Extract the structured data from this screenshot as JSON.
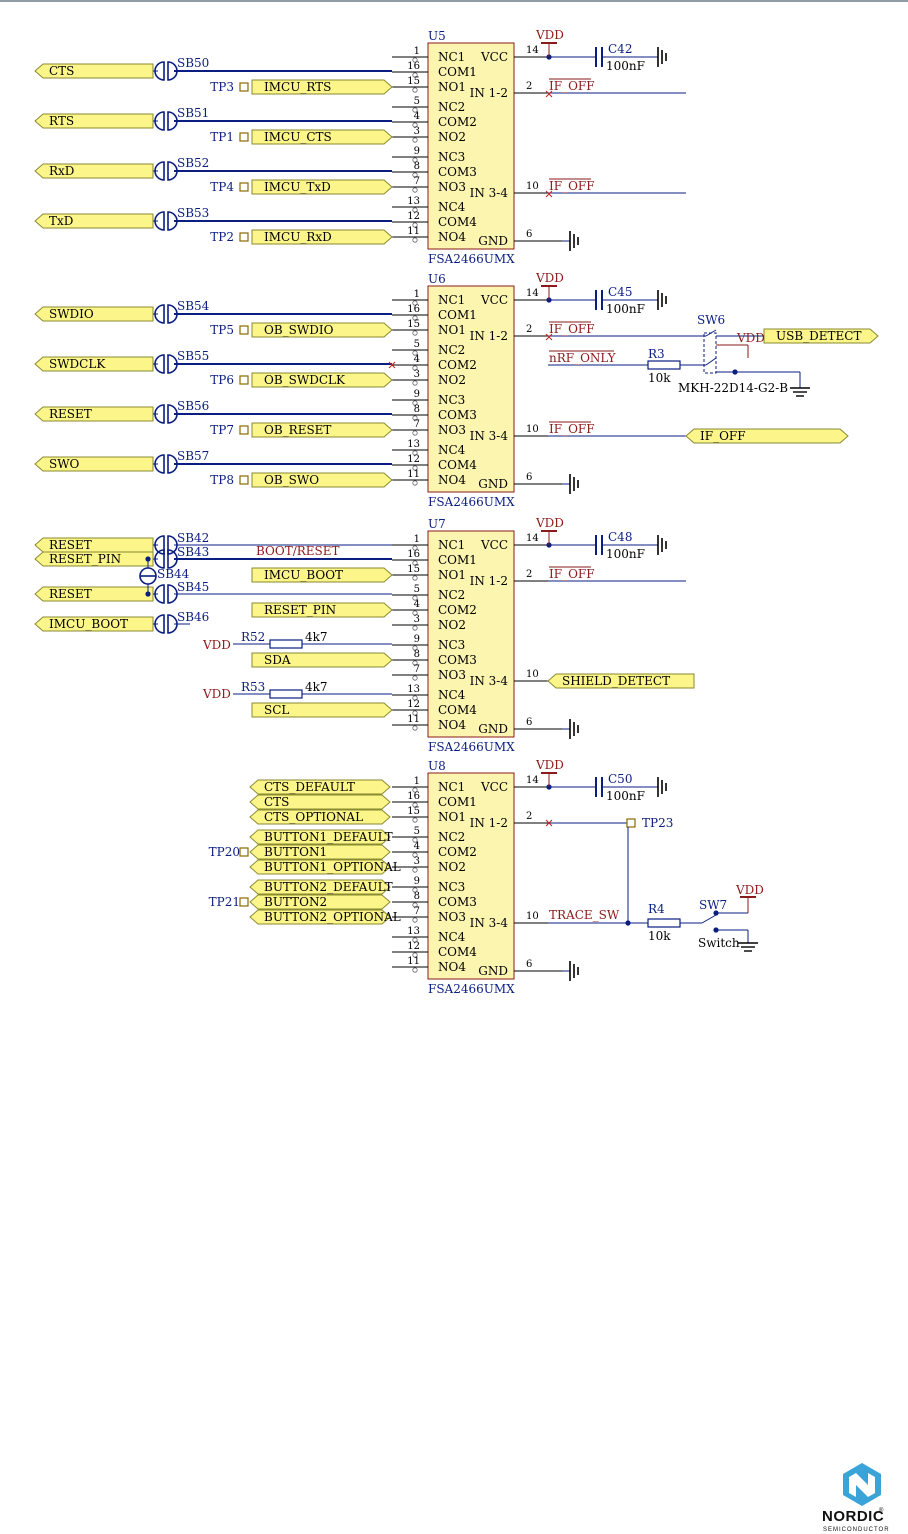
{
  "page": {
    "top_rule_color": "#6a7a8a"
  },
  "colors": {
    "wire": "#0a1e82",
    "power": "#8b1a1a",
    "flag_fill": "#fbf58a",
    "flag_stroke": "#8a8a30",
    "ic_fill": "#fbf5b0"
  },
  "pin_rows": {
    "sw": [
      {
        "num": "1",
        "name": "NC1"
      },
      {
        "num": "16",
        "name": "COM1"
      },
      {
        "num": "15",
        "name": "NO1"
      },
      {
        "num": "5",
        "name": "NC2"
      },
      {
        "num": "4",
        "name": "COM2"
      },
      {
        "num": "3",
        "name": "NO2"
      },
      {
        "num": "9",
        "name": "NC3"
      },
      {
        "num": "8",
        "name": "COM3"
      },
      {
        "num": "7",
        "name": "NO3"
      },
      {
        "num": "13",
        "name": "NC4"
      },
      {
        "num": "12",
        "name": "COM4"
      },
      {
        "num": "11",
        "name": "NO4"
      }
    ],
    "right": [
      {
        "num": "14",
        "name": "VCC"
      },
      {
        "num": "2",
        "name": "IN 1-2"
      },
      {
        "num": "10",
        "name": "IN 3-4"
      },
      {
        "num": "6",
        "name": "GND"
      }
    ]
  },
  "chips": [
    {
      "ref": "U5",
      "part": "FSA2466UMX",
      "cap": {
        "ref": "C42",
        "value": "100nF"
      },
      "vdd": "VDD",
      "in12": "IF_OFF",
      "in34": "IF_OFF",
      "flags": [
        {
          "label": "CTS",
          "bridge": "SB50",
          "tp": "TP3",
          "tp_label": "IMCU_RTS"
        },
        {
          "label": "RTS",
          "bridge": "SB51",
          "tp": "TP1",
          "tp_label": "IMCU_CTS"
        },
        {
          "label": "RxD",
          "bridge": "SB52",
          "tp": "TP4",
          "tp_label": "IMCU_TxD"
        },
        {
          "label": "TxD",
          "bridge": "SB53",
          "tp": "TP2",
          "tp_label": "IMCU_RxD"
        }
      ]
    },
    {
      "ref": "U6",
      "part": "FSA2466UMX",
      "cap": {
        "ref": "C45",
        "value": "100nF"
      },
      "vdd": "VDD",
      "in12": "IF_OFF",
      "in34": "IF_OFF",
      "flags": [
        {
          "label": "SWDIO",
          "bridge": "SB54",
          "tp": "TP5",
          "tp_label": "OB_SWDIO"
        },
        {
          "label": "SWDCLK",
          "bridge": "SB55",
          "tp": "TP6",
          "tp_label": "OB_SWDCLK"
        },
        {
          "label": "RESET",
          "bridge": "SB56",
          "tp": "TP7",
          "tp_label": "OB_RESET"
        },
        {
          "label": "SWO",
          "bridge": "SB57",
          "tp": "TP8",
          "tp_label": "OB_SWO"
        }
      ],
      "switch": {
        "ref": "SW6",
        "part": "MKH-22D14-G2-B",
        "vdd": "VDD",
        "out": "USB_DETECT",
        "res": "R3",
        "res_val": "10k",
        "net": "nRF_ONLY",
        "if_out": "IF_OFF"
      }
    },
    {
      "ref": "U7",
      "part": "FSA2466UMX",
      "cap": {
        "ref": "C48",
        "value": "100nF"
      },
      "vdd": "VDD",
      "in12": "IF_OFF",
      "in34_flag": "SHIELD_DETECT",
      "flags": [
        {
          "label": "RESET",
          "bridge": "SB42"
        },
        {
          "label": "RESET_PIN",
          "bridge": "SB43"
        },
        {
          "label": "RESET",
          "bridge": "SB45"
        },
        {
          "label": "IMCU_BOOT",
          "bridge": "SB46"
        }
      ],
      "sb44": "SB44",
      "boot_net": "BOOT/RESET",
      "no1": "IMCU_BOOT",
      "com2": "RESET_PIN",
      "r52": {
        "ref": "R52",
        "value": "4k7",
        "vdd": "VDD",
        "label": "SDA"
      },
      "r53": {
        "ref": "R53",
        "value": "4k7",
        "vdd": "VDD",
        "label": "SCL"
      }
    },
    {
      "ref": "U8",
      "part": "FSA2466UMX",
      "cap": {
        "ref": "C50",
        "value": "100nF"
      },
      "vdd": "VDD",
      "flags": [
        "CTS_DEFAULT",
        "CTS",
        "CTS_OPTIONAL",
        "BUTTON1_DEFAULT",
        "BUTTON1",
        "BUTTON1_OPTIONAL",
        "BUTTON2_DEFAULT",
        "BUTTON2",
        "BUTTON2_OPTIONAL"
      ],
      "tp20": "TP20",
      "tp21": "TP21",
      "tp23": "TP23",
      "trace": "TRACE_SW",
      "res": {
        "ref": "R4",
        "value": "10k"
      },
      "switch": {
        "ref": "SW7",
        "label": "Switch",
        "vdd": "VDD"
      }
    }
  ],
  "logo": {
    "word": "NORDIC",
    "reg": "®",
    "sub": "SEMICONDUCTOR"
  }
}
